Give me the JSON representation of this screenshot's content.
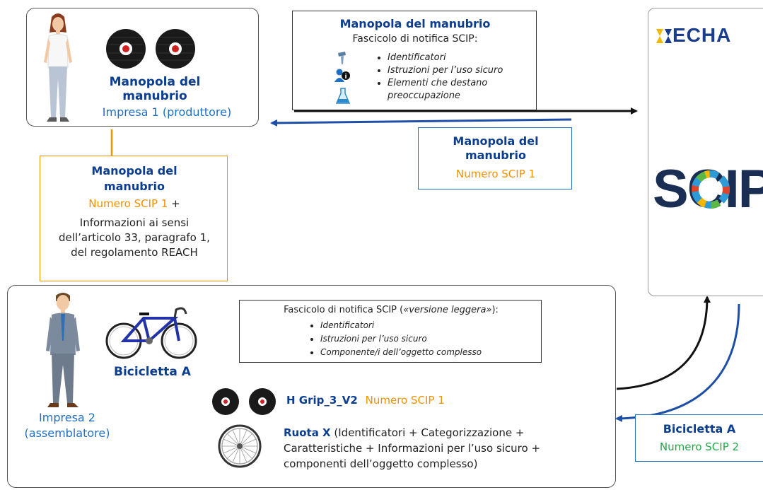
{
  "company1": {
    "product": "Manopola del manubrio",
    "name": "Impresa 1 (produttore)"
  },
  "dossier_top": {
    "title": "Manopola del manubrio",
    "subtitle": "Fascicolo di notifica SCIP:",
    "items": [
      "Identificatori",
      "Istruzioni per l’uso sicuro",
      "Elementi che destano preoccupazione"
    ]
  },
  "echa": {
    "logo": "ECHA",
    "scip": "SCIP"
  },
  "return_box": {
    "product": "Manopola del manubrio",
    "number": "Numero SCIP 1"
  },
  "supply_box": {
    "product": "Manopola del manubrio",
    "number": "Numero SCIP 1",
    "plus": "+",
    "info": "Informazioni ai sensi dell’articolo 33, paragrafo 1, del regolamento REACH"
  },
  "company2": {
    "product": "Bicicletta A",
    "name": "Impresa 2 (assemblatore)"
  },
  "dossier_light": {
    "title_prefix": "Fascicolo di notifica SCIP (",
    "title_em": "«versione leggera»",
    "title_suffix": "):",
    "items": [
      "Identificatori",
      "Istruzioni per l’uso sicuro",
      "Componente/i dell’oggetto complesso"
    ]
  },
  "component1": {
    "name": "H Grip_3_V2",
    "number": "Numero SCIP 1"
  },
  "component2": {
    "name": "Ruota X",
    "detail": "(Identificatori + Categorizzazione + Caratteristiche + Informazioni per l’uso sicuro + componenti dell’oggetto complesso)"
  },
  "bike_box": {
    "product": "Bicicletta A",
    "number": "Numero SCIP 2"
  },
  "colors": {
    "dark_blue": "#0b3d91",
    "light_blue": "#1f6fc5",
    "orange": "#f39200",
    "green": "#22a846"
  }
}
